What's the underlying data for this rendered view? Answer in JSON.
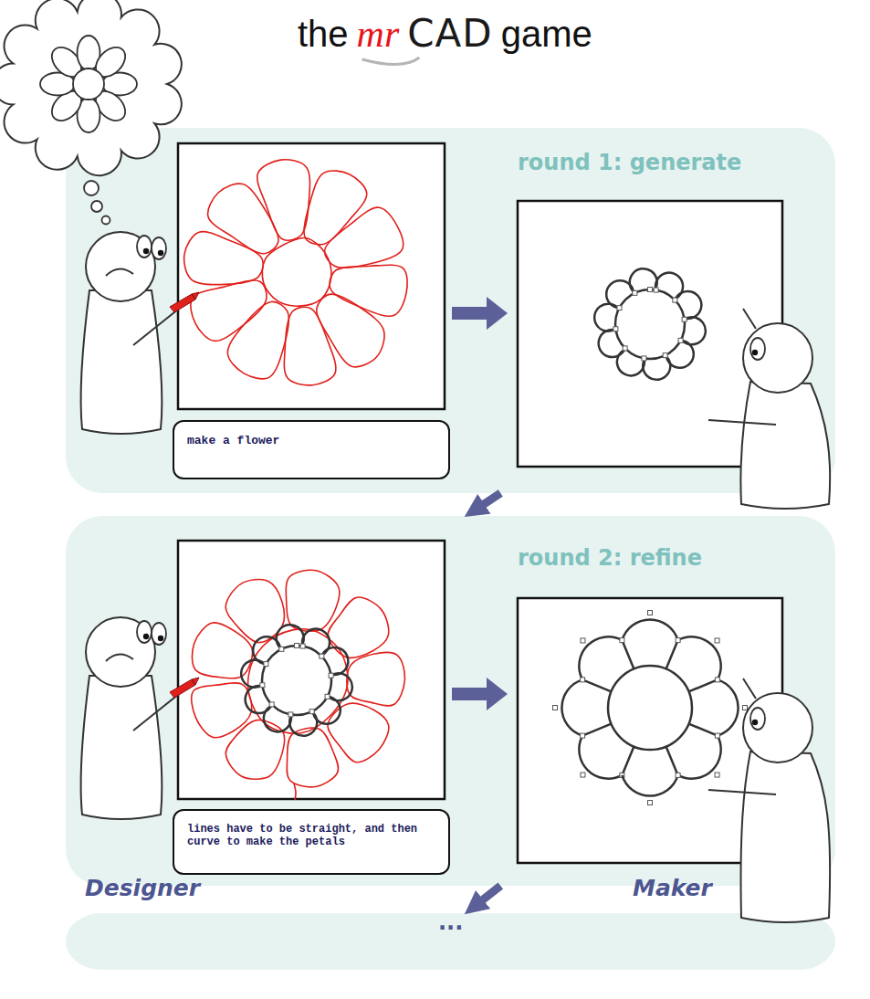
{
  "diagram": {
    "nodes": [
      {
        "text": [
          "round 1: generate"
        ]
      },
      {
        "text": [
          "make a flower"
        ],
        "in": 0
      },
      {
        "text": [
          "round 2: refine"
        ]
      },
      {
        "text": [
          "lines have to be straight, and then curve to make the petals"
        ],
        "in": 2
      },
      {
        "text": [
          "..."
        ]
      }
    ],
    "edges": [
      {
        "from": 0,
        "to": 2,
        "arrow": "to"
      },
      {
        "from": 2,
        "to": 4,
        "arrow": "to"
      }
    ],
    "labels": [
      "the",
      "mr",
      "CAD",
      "game",
      "Designer",
      "Maker"
    ]
  }
}
